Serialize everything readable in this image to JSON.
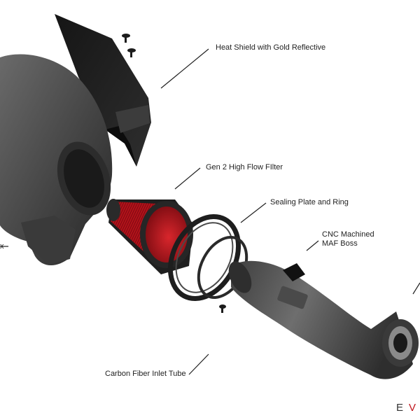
{
  "labels": {
    "heat_shield": "Heat Shield with Gold Reflective",
    "filter": "Gen 2 High Flow FIlter",
    "sealing_plate": "Sealing Plate and Ring",
    "maf_boss_line1": "CNC Machined",
    "maf_boss_line2": "MAF Boss",
    "inlet_tube": "Carbon Fiber Inlet Tube",
    "airbox_partial": "x"
  },
  "brand": {
    "letter1": "E",
    "letter2": "V"
  },
  "colors": {
    "filter_media": "#b3121b",
    "carbon_dark": "#3a3a3a",
    "airbox": "#4c4c4c",
    "tube": "#5a5a5a",
    "brand_accent": "#c0161d"
  }
}
